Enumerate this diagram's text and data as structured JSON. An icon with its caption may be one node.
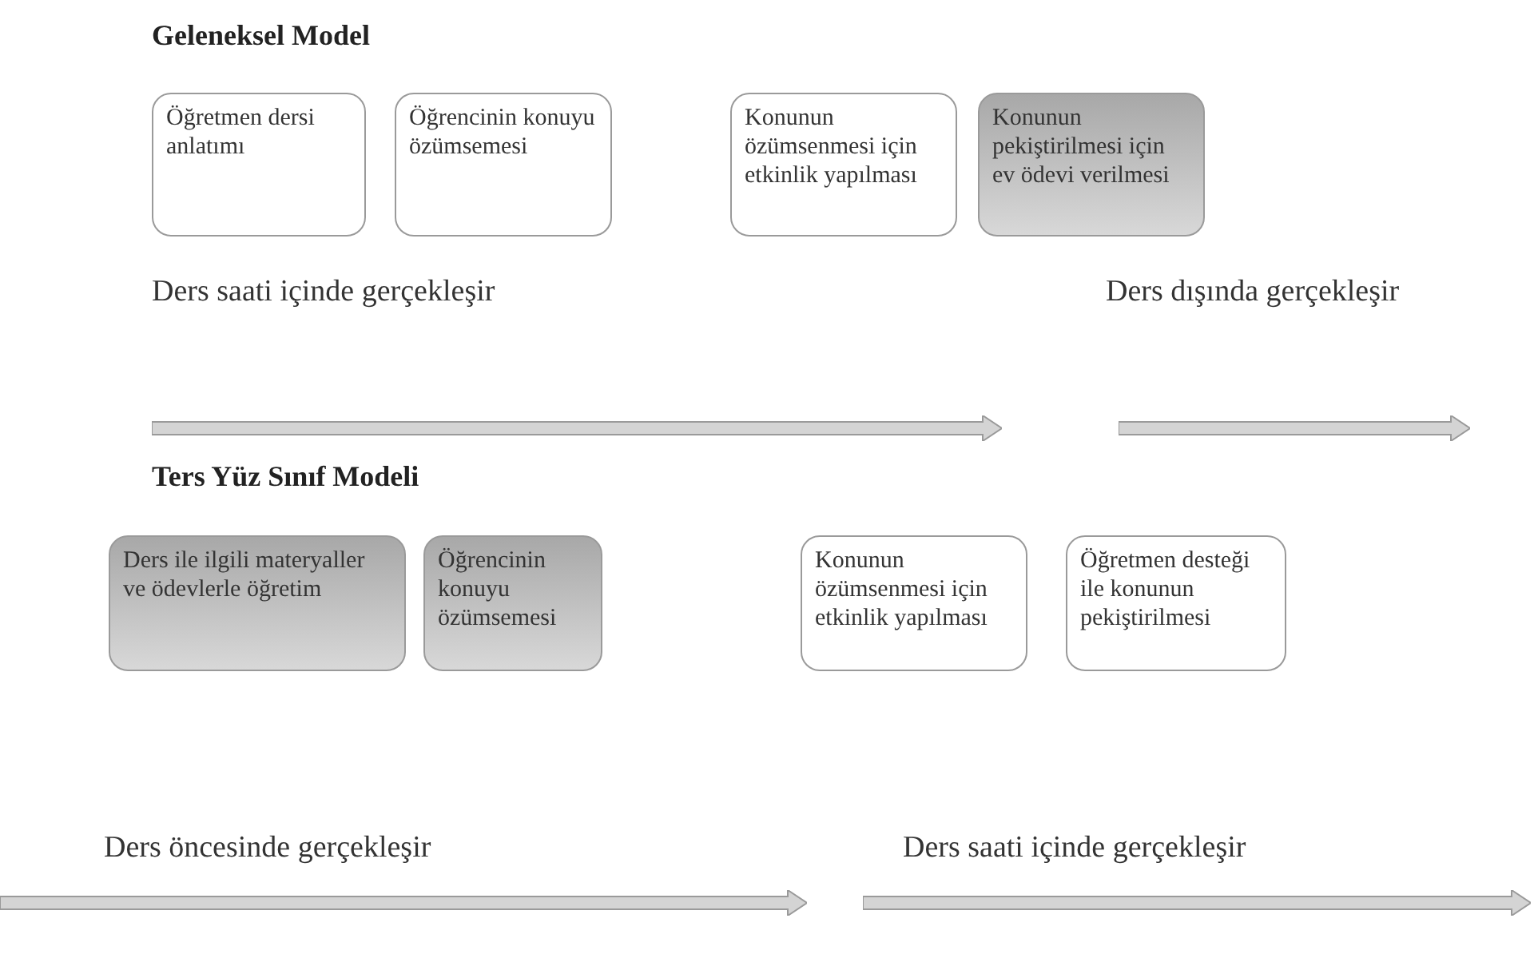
{
  "diagram": {
    "nodes": [
      {
        "text": [
          "Öğretmen dersi anlatımı"
        ]
      },
      {
        "text": [
          "Öğrencinin konuyu özümsemesi"
        ]
      },
      {
        "text": [
          "Konunun özümsenmesi için etkinlik yapılması"
        ]
      },
      {
        "text": [
          "Konunun pekiştirilmesi için ev ödevi verilmesi"
        ]
      },
      {
        "text": [
          "Ders ile ilgili materyaller ve ödevlerle öğretim"
        ]
      },
      {
        "text": [
          "Öğrencinin konuyu özümsemesi"
        ]
      },
      {
        "text": [
          "Konunun özümsenmesi için etkinlik yapılması"
        ]
      },
      {
        "text": [
          "Öğretmen desteği ile konunun pekiştirilmesi"
        ]
      }
    ],
    "labels": [
      "Geleneksel Model",
      "Ders saati içinde gerçekleşir",
      "Ders dışında gerçekleşir",
      "Ters Yüz Sınıf Modeli",
      "Ders öncesinde gerçekleşir",
      "Ders saati içinde gerçekleşir"
    ]
  }
}
